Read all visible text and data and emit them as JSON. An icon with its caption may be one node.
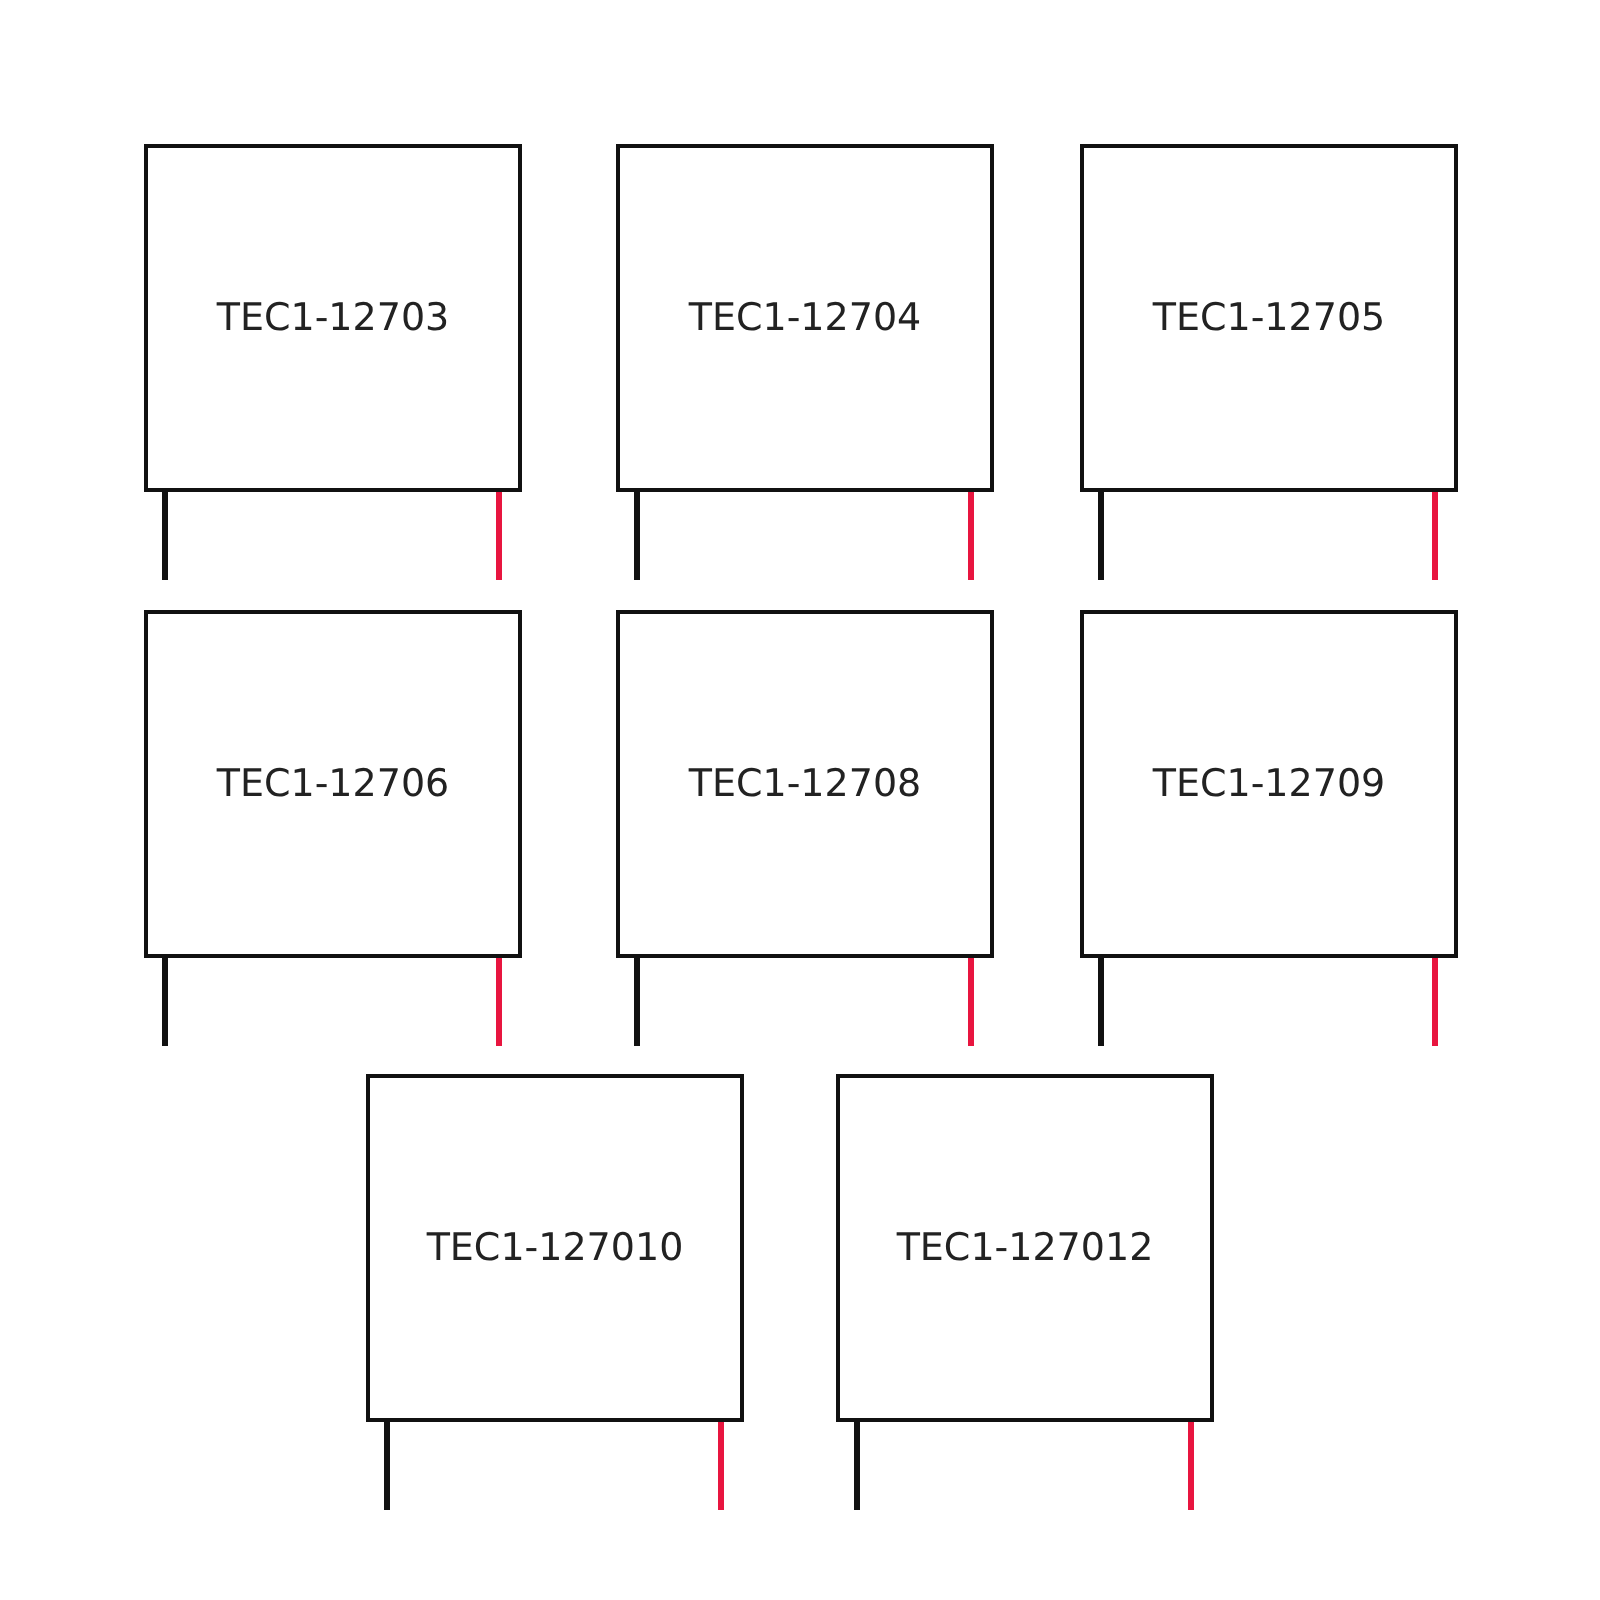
{
  "diagram": {
    "nodes": [
      {
        "text": [
          "TEC1-12703"
        ]
      },
      {
        "text": [
          "TEC1-12704"
        ]
      },
      {
        "text": [
          "TEC1-12705"
        ]
      },
      {
        "text": [
          "TEC1-12706"
        ]
      },
      {
        "text": [
          "TEC1-12708"
        ]
      },
      {
        "text": [
          "TEC1-12709"
        ]
      },
      {
        "text": [
          "TEC1-127010"
        ]
      },
      {
        "text": [
          "TEC1-127012"
        ]
      }
    ]
  }
}
